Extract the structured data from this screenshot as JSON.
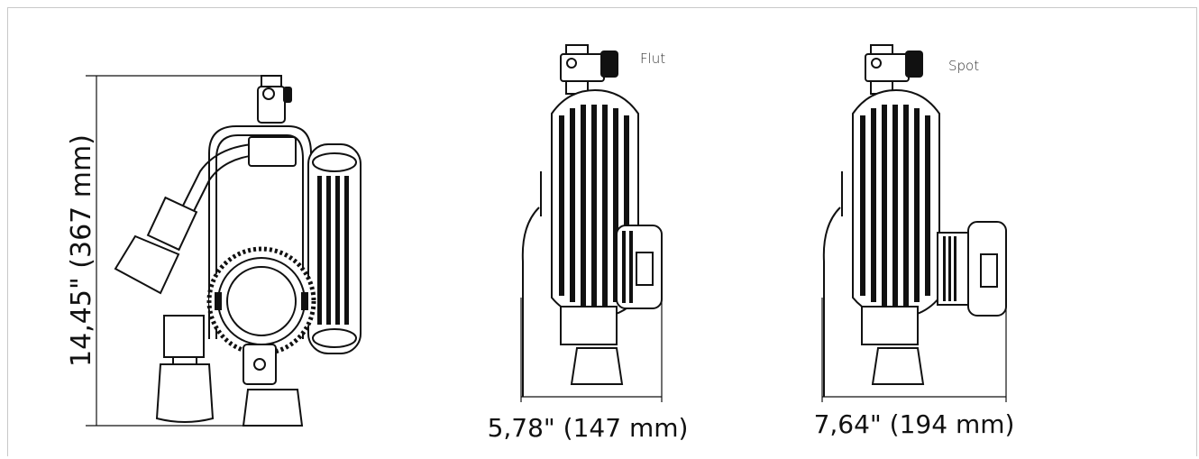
{
  "views": {
    "side": {
      "height_dimension": "14,45\" (367 mm)"
    },
    "flut": {
      "label": "Flut",
      "width_dimension": "5,78\" (147 mm)"
    },
    "spot": {
      "label": "Spot",
      "width_dimension": "7,64\" (194 mm)"
    }
  }
}
